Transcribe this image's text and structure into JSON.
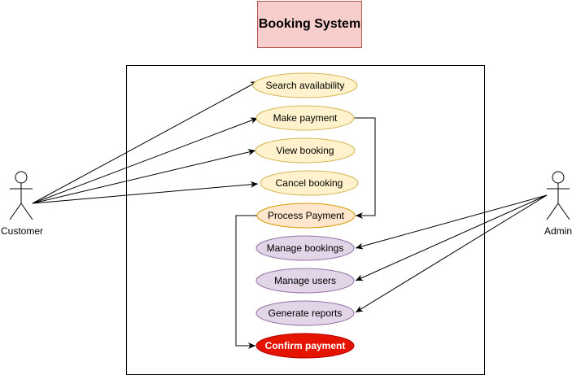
{
  "title": "Booking System",
  "actors": {
    "customer": "Customer",
    "admin": "Admin"
  },
  "use_cases": {
    "search_availability": "Search availability",
    "make_payment": "Make payment",
    "view_booking": "View booking",
    "cancel_booking": "Cancel booking",
    "process_payment": "Process Payment",
    "manage_bookings": "Manage bookings",
    "manage_users": "Manage users",
    "generate_reports": "Generate reports",
    "confirm_payment": "Confirm payment"
  },
  "colors": {
    "title_fill": "#f8cecc",
    "title_stroke": "#b85450",
    "customer_uc_fill": "#fff2cc",
    "customer_uc_stroke": "#d6b656",
    "process_fill": "#ffe6cc",
    "process_stroke": "#d79b00",
    "admin_uc_fill": "#e1d5e7",
    "admin_uc_stroke": "#9673a6",
    "confirm_fill": "#e51400",
    "confirm_stroke": "#b20000"
  }
}
